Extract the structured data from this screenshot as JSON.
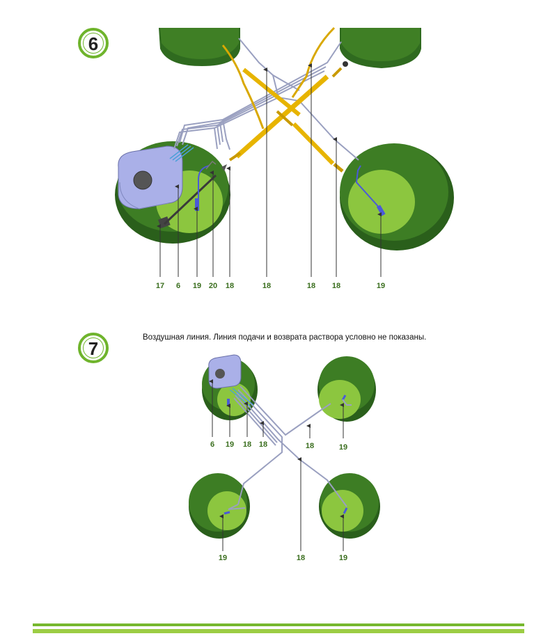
{
  "steps": [
    {
      "number": "6",
      "caption": ""
    },
    {
      "number": "7",
      "caption": "Воздушная линия. Линия подачи и возврата раствора условно не показаны."
    }
  ],
  "colors": {
    "tank_dark": "#2f6a1f",
    "tank_light": "#8cc63f",
    "compressor": "#aab0e8",
    "air_line": "#9aa0c0",
    "solution_line": "#e7b400",
    "aerator": "#4a5ad8",
    "accent": "#6fb42c"
  },
  "callouts_step6": [
    {
      "label": "17"
    },
    {
      "label": "6"
    },
    {
      "label": "19"
    },
    {
      "label": "20"
    },
    {
      "label": "18"
    },
    {
      "label": "18"
    },
    {
      "label": "18"
    },
    {
      "label": "18"
    },
    {
      "label": "19"
    }
  ],
  "callouts_step7": [
    {
      "label": "6"
    },
    {
      "label": "19"
    },
    {
      "label": "18"
    },
    {
      "label": "18"
    },
    {
      "label": "18"
    },
    {
      "label": "19"
    },
    {
      "label": "19"
    },
    {
      "label": "18"
    },
    {
      "label": "19"
    }
  ]
}
